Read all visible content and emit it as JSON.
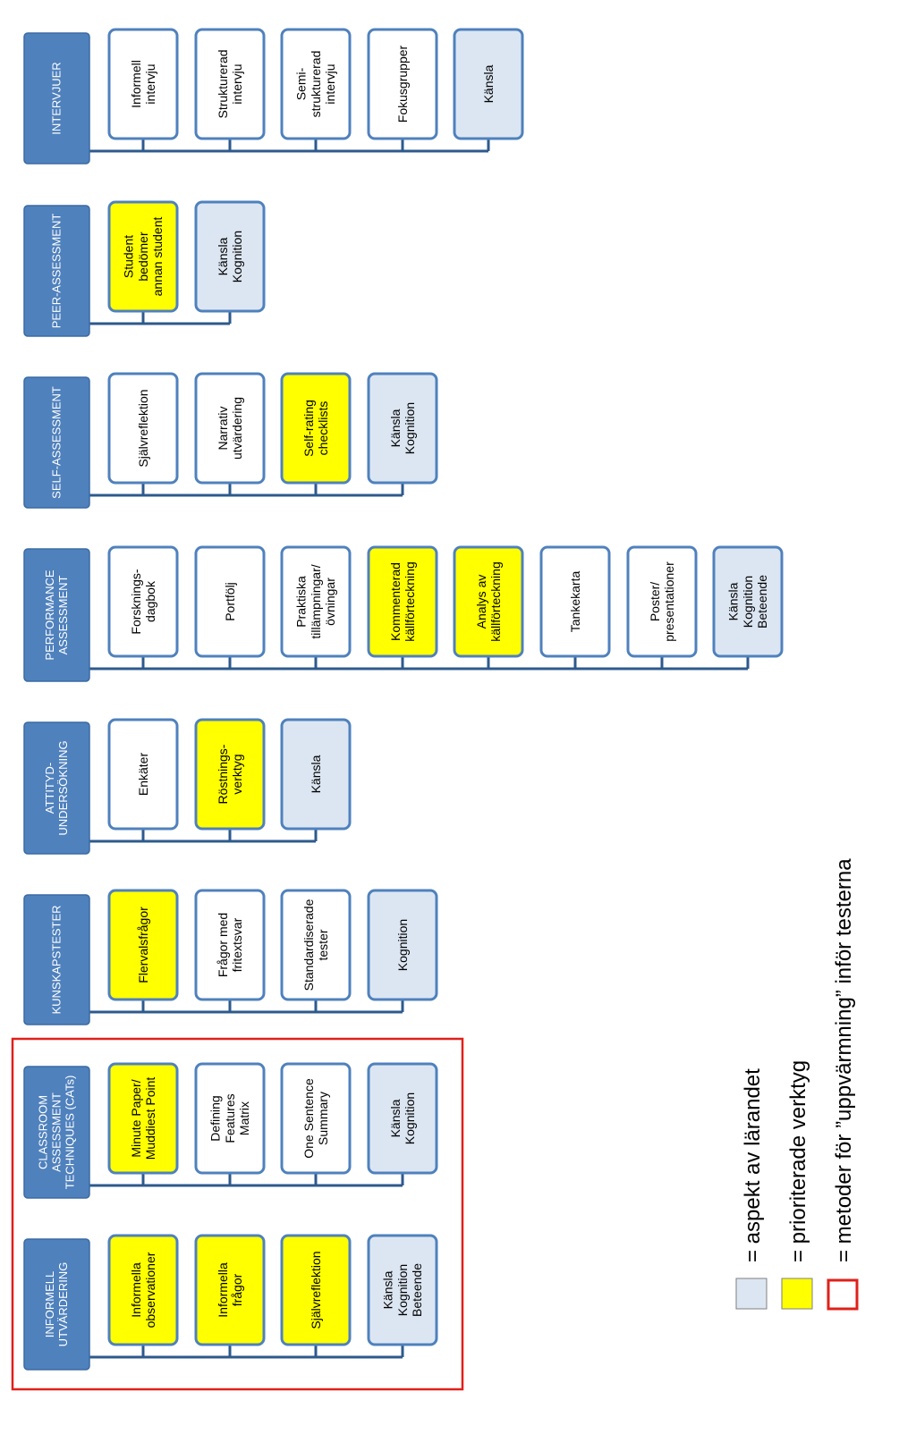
{
  "categories": [
    {
      "header": [
        "INTERVJUER"
      ],
      "items": [
        {
          "lines": [
            "Informell",
            "intervju"
          ],
          "type": "method"
        },
        {
          "lines": [
            "Strukturerad",
            "intervju"
          ],
          "type": "method"
        },
        {
          "lines": [
            "Semi-",
            "strukturerad",
            "intervju"
          ],
          "type": "method"
        },
        {
          "lines": [
            "Fokusgrupper"
          ],
          "type": "method"
        },
        {
          "lines": [
            "Känsla"
          ],
          "type": "aspect"
        }
      ]
    },
    {
      "header": [
        "PEER-ASSESSMENT"
      ],
      "items": [
        {
          "lines": [
            "Student",
            "bedömer",
            "annan student"
          ],
          "type": "priority"
        },
        {
          "lines": [
            "Känsla",
            "Kognition"
          ],
          "type": "aspect"
        }
      ]
    },
    {
      "header": [
        "SELF-ASSESSMENT"
      ],
      "items": [
        {
          "lines": [
            "Självreflektion"
          ],
          "type": "method"
        },
        {
          "lines": [
            "Narrativ",
            "utvärdering"
          ],
          "type": "method"
        },
        {
          "lines": [
            "Self-rating",
            "checklists"
          ],
          "type": "priority"
        },
        {
          "lines": [
            "Känsla",
            "Kognition"
          ],
          "type": "aspect"
        }
      ]
    },
    {
      "header": [
        "PERFORMANCE",
        "ASSESSMENT"
      ],
      "items": [
        {
          "lines": [
            "Forsknings-",
            "dagbok"
          ],
          "type": "method"
        },
        {
          "lines": [
            "Portfölj"
          ],
          "type": "method"
        },
        {
          "lines": [
            "Praktiska",
            "tillämpningar/",
            "övningar"
          ],
          "type": "method"
        },
        {
          "lines": [
            "Kommenterad",
            "källförteckning"
          ],
          "type": "priority"
        },
        {
          "lines": [
            "Analys av",
            "källförteckning"
          ],
          "type": "priority"
        },
        {
          "lines": [
            "Tankekarta"
          ],
          "type": "method"
        },
        {
          "lines": [
            "Poster/",
            "presentationer"
          ],
          "type": "method"
        },
        {
          "lines": [
            "Känsla",
            "Kognition",
            "Beteende"
          ],
          "type": "aspect"
        }
      ]
    },
    {
      "header": [
        "ATTITYD-",
        "UNDERSÖKNING"
      ],
      "items": [
        {
          "lines": [
            "Enkäter"
          ],
          "type": "method"
        },
        {
          "lines": [
            "Röstnings-",
            "verktyg"
          ],
          "type": "priority"
        },
        {
          "lines": [
            "Känsla"
          ],
          "type": "aspect"
        }
      ]
    },
    {
      "header": [
        "KUNSKAPSTESTER"
      ],
      "items": [
        {
          "lines": [
            "Flervalsfrågor"
          ],
          "type": "priority"
        },
        {
          "lines": [
            "Frågor med",
            "fritextsvar"
          ],
          "type": "method"
        },
        {
          "lines": [
            "Standardiserade",
            "tester"
          ],
          "type": "method"
        },
        {
          "lines": [
            "Kognition"
          ],
          "type": "aspect"
        }
      ]
    },
    {
      "header": [
        "CLASSROOM",
        "ASSESSMENT",
        "TECHNIQUES (CATs)"
      ],
      "items": [
        {
          "lines": [
            "Minute Paper/",
            "Muddiest Point"
          ],
          "type": "priority"
        },
        {
          "lines": [
            "Defining",
            "Features",
            "Matrix"
          ],
          "type": "method"
        },
        {
          "lines": [
            "One Sentence",
            "Summary"
          ],
          "type": "method"
        },
        {
          "lines": [
            "Känsla",
            "Kognition"
          ],
          "type": "aspect"
        }
      ]
    },
    {
      "header": [
        "INFORMELL",
        "UTVÄRDERING"
      ],
      "items": [
        {
          "lines": [
            "Informella",
            "observationer"
          ],
          "type": "priority"
        },
        {
          "lines": [
            "Informella",
            "frågor"
          ],
          "type": "priority"
        },
        {
          "lines": [
            "Självreflektion"
          ],
          "type": "priority"
        },
        {
          "lines": [
            "Känsla",
            "Kognition",
            "Beteende"
          ],
          "type": "aspect"
        }
      ]
    }
  ],
  "legend": [
    {
      "swatch": "aspect",
      "label": "= aspekt av lärandet"
    },
    {
      "swatch": "priority",
      "label": "= prioriterade verktyg"
    },
    {
      "swatch": "warmup",
      "label": "= metoder för ”uppvärmning” inför testerna"
    }
  ],
  "colors": {
    "header_fill": "#4f81bd",
    "header_text": "#ffffff",
    "box_border": "#4f81bd",
    "method_fill": "#ffffff",
    "priority_fill": "#ffff00",
    "aspect_fill": "#dce6f2",
    "connector": "#2d5a8c",
    "highlight_frame": "#e0201a",
    "legend_text": "#000000"
  }
}
